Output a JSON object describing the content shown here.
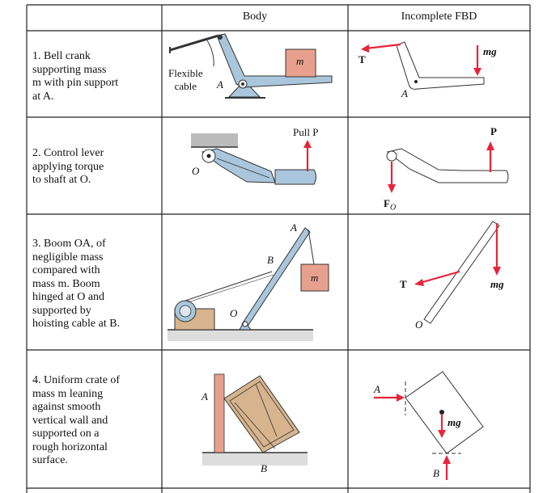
{
  "headers": {
    "body": "Body",
    "fbd": "Incomplete FBD"
  },
  "rows": [
    {
      "text": "1. Bell crank\nsupporting mass\nm with pin support\nat A.",
      "body_labels": {
        "cable": "Flexible\ncable",
        "point": "A",
        "mass": "m"
      },
      "fbd_labels": {
        "force": "T",
        "weight": "mg",
        "point": "A"
      }
    },
    {
      "text": "2. Control lever\napplying torque\nto shaft at O.",
      "body_labels": {
        "pull": "Pull P",
        "point": "O"
      },
      "fbd_labels": {
        "force": "P",
        "reaction": "F",
        "reaction_sub": "O"
      }
    },
    {
      "text": "3. Boom OA, of\nnegligible mass\ncompared with\nmass m. Boom\nhinged at O and\nsupported by\nhoisting cable at B.",
      "body_labels": {
        "top": "A",
        "mid": "B",
        "base": "O",
        "mass": "m"
      },
      "fbd_labels": {
        "tension": "T",
        "weight": "mg",
        "base": "O"
      }
    },
    {
      "text": "4. Uniform crate of\nmass m leaning\nagainst smooth\nvertical wall and\nsupported on a\nrough horizontal\nsurface.",
      "body_labels": {
        "wall": "A",
        "floor": "B"
      },
      "fbd_labels": {
        "wall": "A",
        "weight": "mg",
        "floor": "B"
      }
    }
  ],
  "colors": {
    "arrow": "#e8233a",
    "metal": "#a9c6dc",
    "mass": "#e8a08e",
    "wood": "#d7b48d"
  }
}
